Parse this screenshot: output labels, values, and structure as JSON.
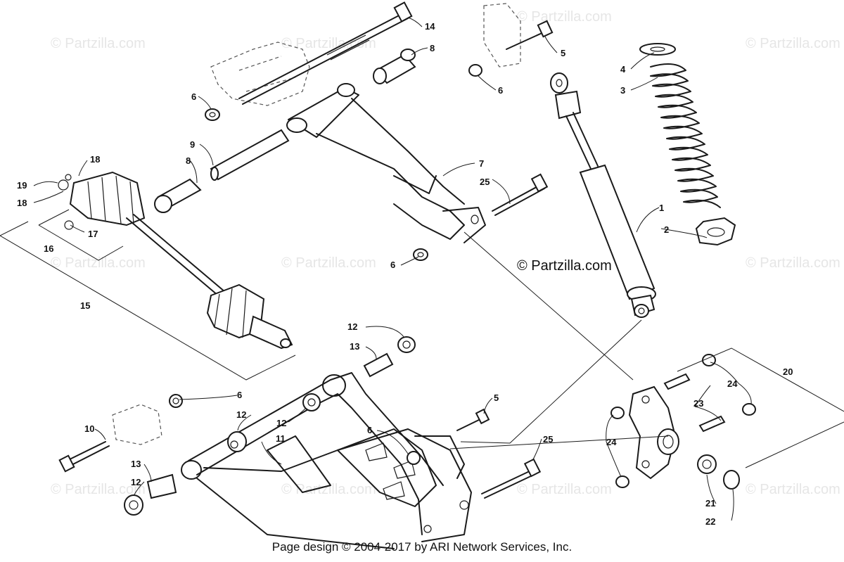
{
  "callouts": [
    {
      "id": "c1",
      "label": "1"
    },
    {
      "id": "c2",
      "label": "2"
    },
    {
      "id": "c3",
      "label": "3"
    },
    {
      "id": "c4",
      "label": "4"
    },
    {
      "id": "c5a",
      "label": "5"
    },
    {
      "id": "c5b",
      "label": "5"
    },
    {
      "id": "c6a",
      "label": "6"
    },
    {
      "id": "c6b",
      "label": "6"
    },
    {
      "id": "c6c",
      "label": "6"
    },
    {
      "id": "c6d",
      "label": "6"
    },
    {
      "id": "c6e",
      "label": "6"
    },
    {
      "id": "c7",
      "label": "7"
    },
    {
      "id": "c8a",
      "label": "8"
    },
    {
      "id": "c8b",
      "label": "8"
    },
    {
      "id": "c9",
      "label": "9"
    },
    {
      "id": "c10",
      "label": "10"
    },
    {
      "id": "c11",
      "label": "11"
    },
    {
      "id": "c12a",
      "label": "12"
    },
    {
      "id": "c12b",
      "label": "12"
    },
    {
      "id": "c12c",
      "label": "12"
    },
    {
      "id": "c12d",
      "label": "12"
    },
    {
      "id": "c13a",
      "label": "13"
    },
    {
      "id": "c13b",
      "label": "13"
    },
    {
      "id": "c14",
      "label": "14"
    },
    {
      "id": "c15",
      "label": "15"
    },
    {
      "id": "c16",
      "label": "16"
    },
    {
      "id": "c17",
      "label": "17"
    },
    {
      "id": "c18a",
      "label": "18"
    },
    {
      "id": "c18b",
      "label": "18"
    },
    {
      "id": "c19",
      "label": "19"
    },
    {
      "id": "c20",
      "label": "20"
    },
    {
      "id": "c21",
      "label": "21"
    },
    {
      "id": "c22",
      "label": "22"
    },
    {
      "id": "c23",
      "label": "23"
    },
    {
      "id": "c24a",
      "label": "24"
    },
    {
      "id": "c24b",
      "label": "24"
    },
    {
      "id": "c25a",
      "label": "25"
    },
    {
      "id": "c25b",
      "label": "25"
    }
  ],
  "watermark": "© Partzilla.com",
  "main_watermark": "© Partzilla.com",
  "footer": "Page design © 2004-2017 by ARI Network Services, Inc."
}
